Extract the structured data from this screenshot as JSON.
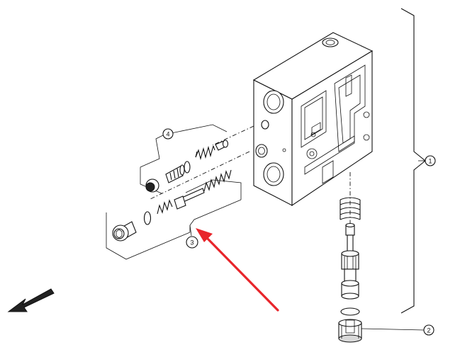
{
  "callouts": {
    "c1": "1",
    "c2": "2",
    "c3": "3",
    "c4": "4"
  },
  "colors": {
    "arrow": "#e8252b",
    "highlight": "#9bb84a",
    "ink": "#111111"
  }
}
